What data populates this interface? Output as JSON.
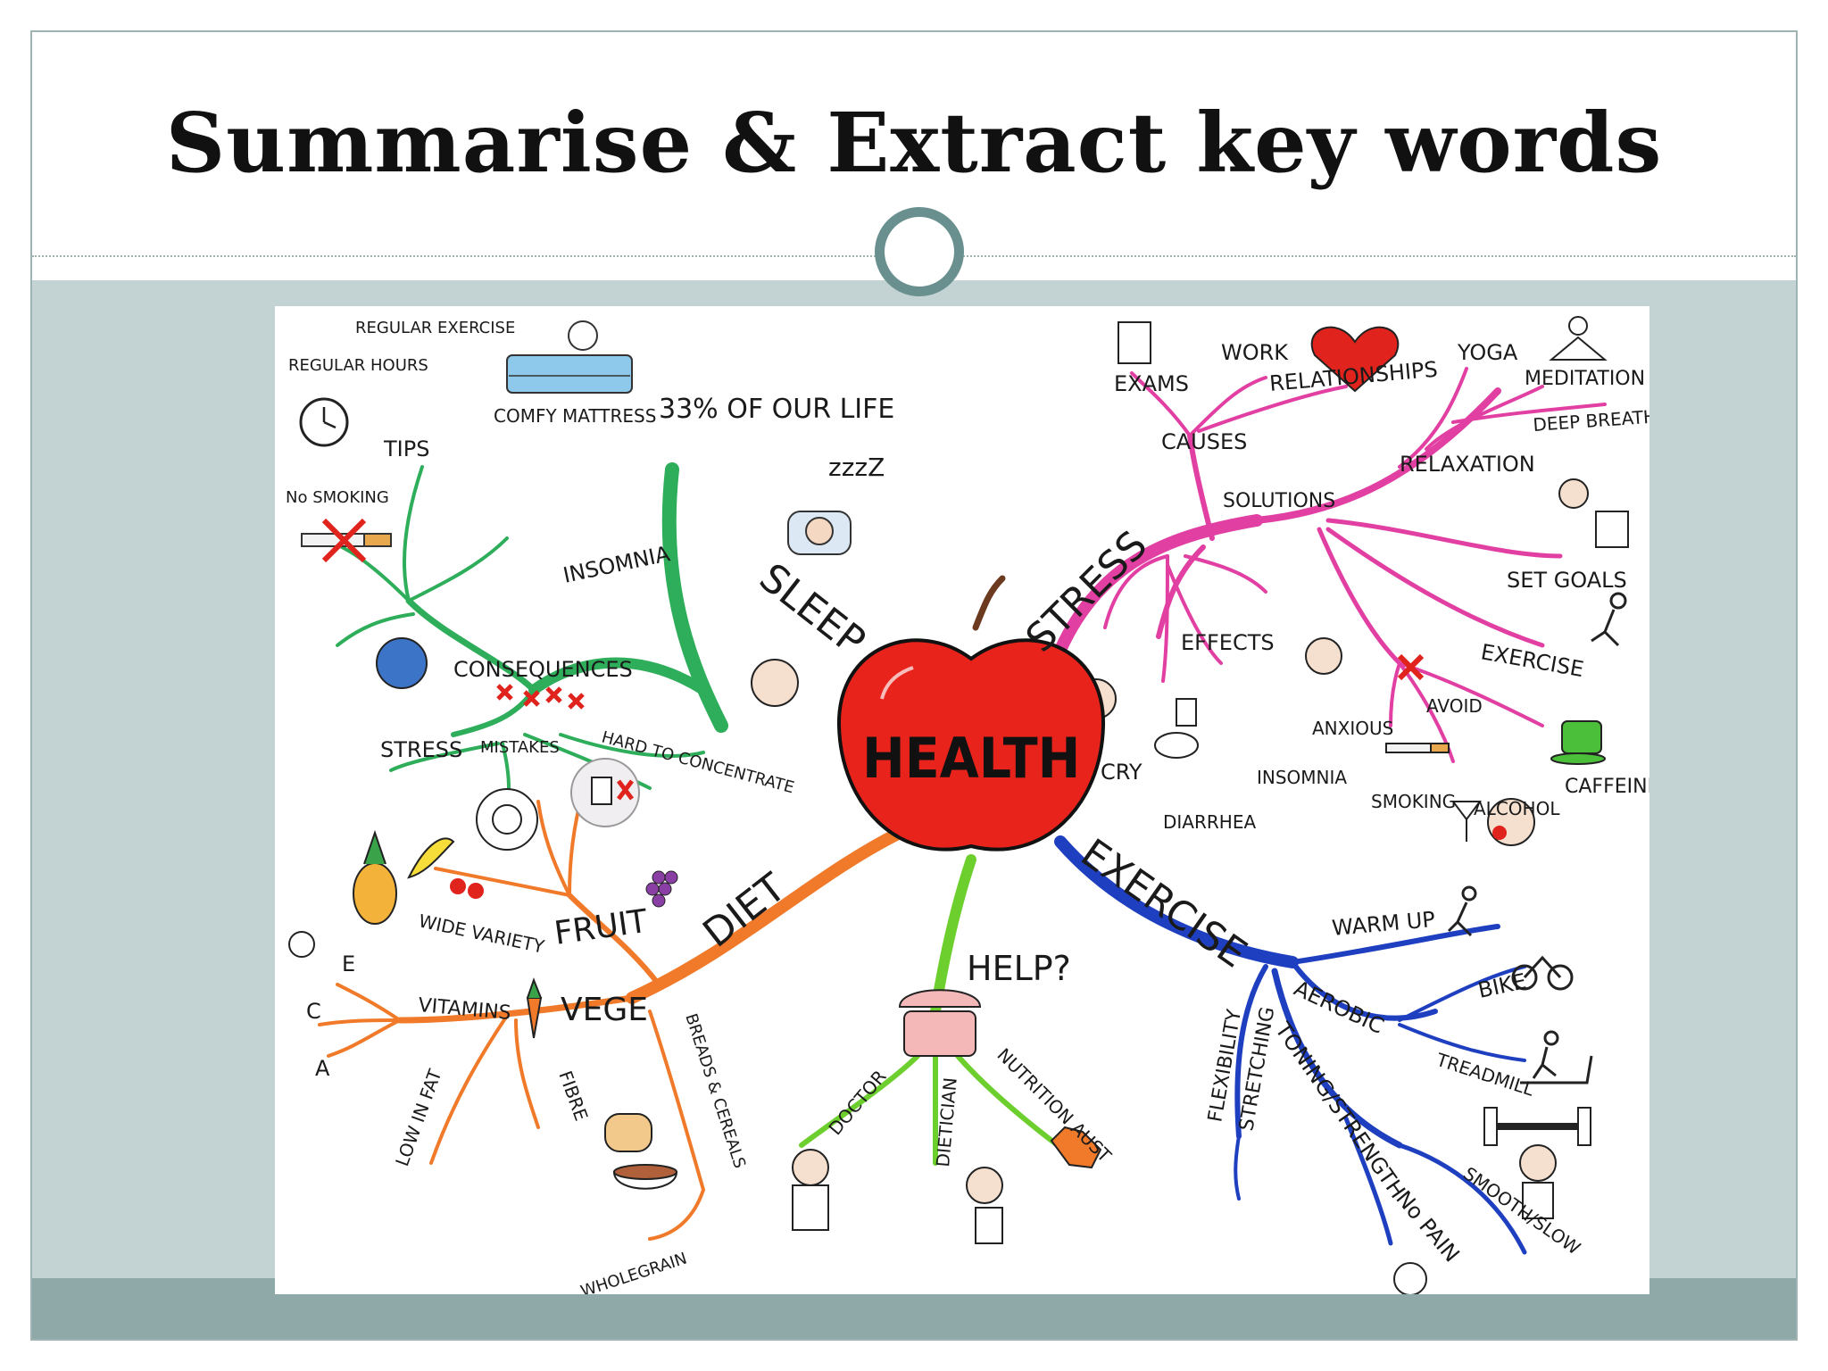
{
  "slide": {
    "title": "Summarise & Extract key words"
  },
  "mindmap": {
    "center": "HEALTH",
    "colors": {
      "sleep": "#2eae5a",
      "stress": "#e23fa3",
      "exercise": "#1e3fbf",
      "diet": "#f07a2a",
      "help": "#6ccf2e",
      "apple": "#e8231c"
    },
    "sleep": {
      "branch": "SLEEP",
      "fact": "33% OF OUR LIFE",
      "zzz": "zzzZ",
      "tips": "TIPS",
      "regular_exercise": "REGULAR EXERCISE",
      "regular_hours": "REGULAR HOURS",
      "no_smoking": "No SMOKING",
      "comfy_mattress": "COMFY MATTRESS",
      "insomnia": "INSOMNIA",
      "consequences": "CONSEQUENCES",
      "stress": "STRESS",
      "mistakes": "MISTAKES",
      "hard_to_concentrate": "HARD TO CONCENTRATE"
    },
    "stress": {
      "branch": "STRESS",
      "causes": "CAUSES",
      "exams": "EXAMS",
      "work": "WORK",
      "relationships": "RELATIONSHIPS",
      "solutions": "SOLUTIONS",
      "relaxation": "RELAXATION",
      "yoga": "YOGA",
      "meditation": "MEDITATION",
      "deep_breathing": "DEEP BREATHING",
      "set_goals": "SET GOALS",
      "exercise": "EXERCISE",
      "avoid": "AVOID",
      "caffeine": "CAFFEINE",
      "smoking": "SMOKING",
      "alcohol": "ALCOHOL",
      "effects": "EFFECTS",
      "cry": "CRY",
      "diarrhea": "DIARRHEA",
      "insomnia": "INSOMNIA",
      "anxious": "ANXIOUS"
    },
    "exercise": {
      "branch": "EXERCISE",
      "warm_up": "WARM UP",
      "aerobic": "AEROBIC",
      "bike": "BIKE",
      "treadmill": "TREADMILL",
      "flexibility": "FLEXIBILITY",
      "stretching": "STRETCHING",
      "toning": "TONING/STRENGTH",
      "smooth_slow": "SMOOTH/SLOW",
      "no_pain": "No PAIN"
    },
    "diet": {
      "branch": "DIET",
      "fruit": "FRUIT",
      "wide_variety": "WIDE VARIETY",
      "vege": "VEGE",
      "vitamins": "VITAMINS",
      "vit_e": "E",
      "vit_c": "C",
      "vit_a": "A",
      "low_in_fat": "LOW IN FAT",
      "fibre": "FIBRE",
      "breads": "BREADS & CEREALS",
      "wholegrain": "WHOLEGRAIN"
    },
    "help": {
      "branch": "HELP?",
      "doctor": "DOCTOR",
      "dietician": "DIETICIAN",
      "nutrition": "NUTRITION AUST"
    }
  }
}
